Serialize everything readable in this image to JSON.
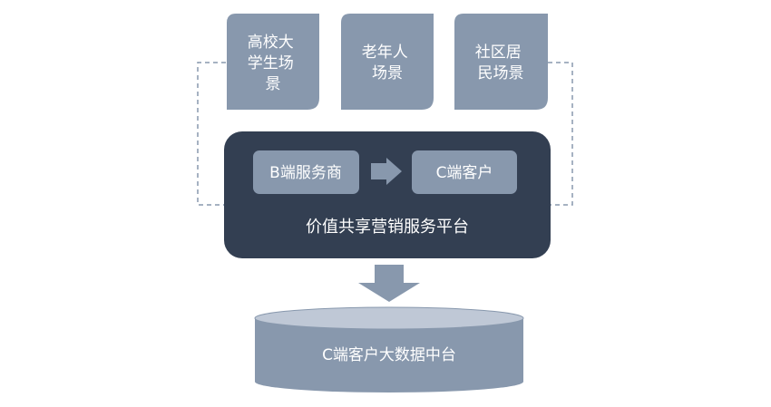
{
  "scenarios": [
    {
      "lines": [
        "高校大",
        "学生场",
        "景"
      ]
    },
    {
      "lines": [
        "老年人",
        "场景"
      ]
    },
    {
      "lines": [
        "社区居",
        "民场景"
      ]
    }
  ],
  "platform": {
    "b_side": "B端服务商",
    "c_side": "C端客户",
    "title": "价值共享营销服务平台"
  },
  "data_center": {
    "label": "C端客户大数据中台"
  },
  "colors": {
    "scenario_fill": "#8898ad",
    "platform_fill": "#333f52",
    "inner_box_fill": "#8898ad",
    "arrow_fill": "#8898ad",
    "cylinder_body": "#8898ad",
    "cylinder_top": "#bfc8d6",
    "dashed_line": "#8898ad",
    "text_light": "#ffffff"
  }
}
